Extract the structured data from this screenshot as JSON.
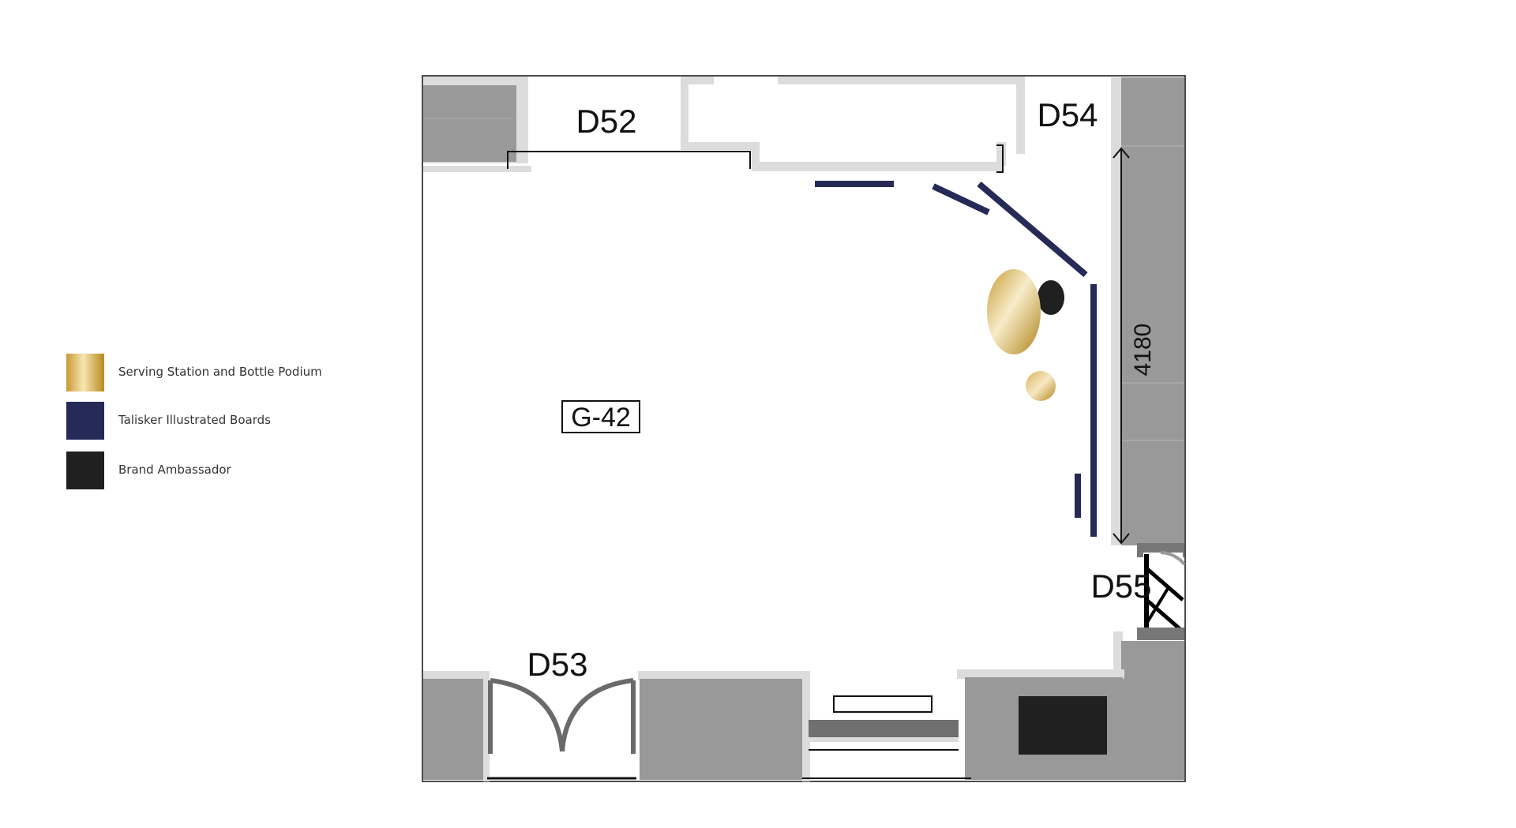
{
  "colors": {
    "gold_light": "#f3dea0",
    "gold_mid": "#d8b25a",
    "gold_dark": "#b88a1e",
    "navy": "#262a57",
    "ambassador_black": "#202020",
    "wall_grey": "#9a9a9a",
    "wall_light": "#dcdcdc",
    "outline": "#111111"
  },
  "legend": [
    {
      "label": "Serving Station and Bottle Podium",
      "swatch": "gold-gradient"
    },
    {
      "label": "Talisker Illustrated Boards",
      "swatch": "#262a57"
    },
    {
      "label": "Brand Ambassador",
      "swatch": "#202020"
    }
  ],
  "plan": {
    "room_label": "G-42",
    "door_labels": {
      "d52": "D52",
      "d53": "D53",
      "d54": "D54",
      "d55": "D55"
    },
    "dimension_label": "4180"
  }
}
